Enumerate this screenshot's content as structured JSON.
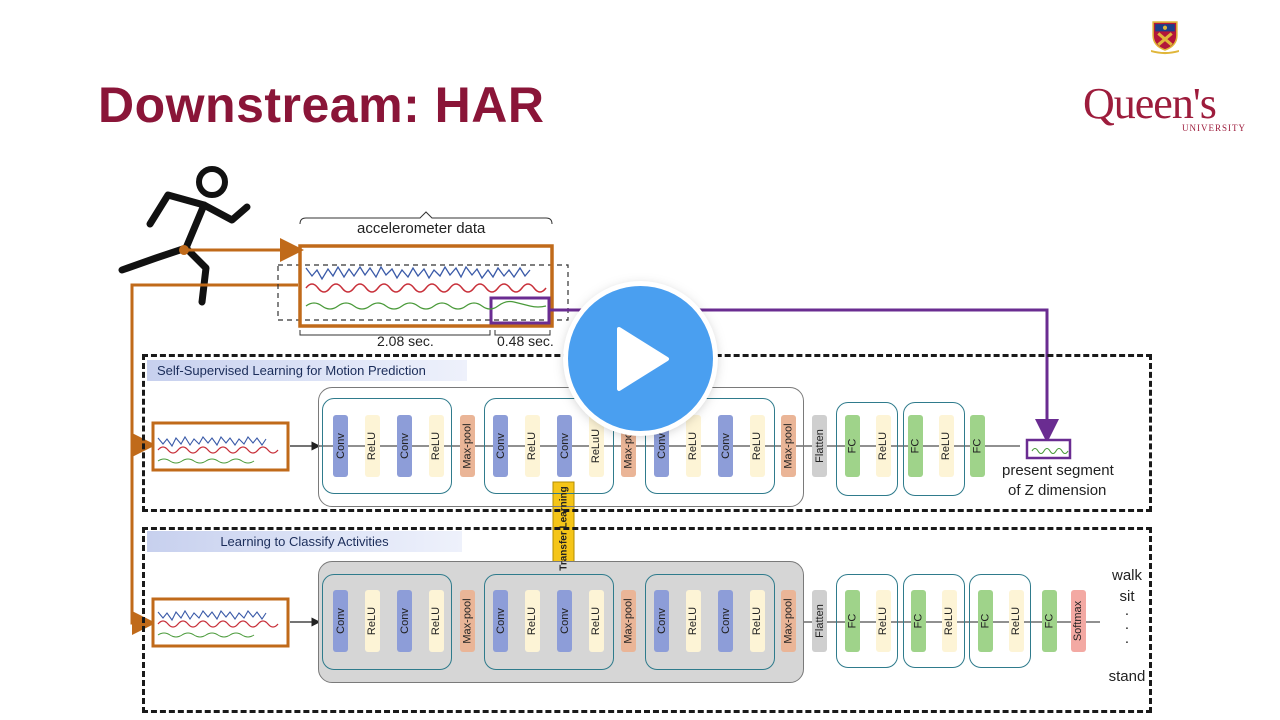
{
  "slide": {
    "title": "Downstream: HAR"
  },
  "logo": {
    "name": "Queen's",
    "sub": "UNIVERSITY"
  },
  "signal": {
    "label": "accelerometer data",
    "window_long": "2.08 sec.",
    "window_short": "0.48 sec."
  },
  "ssl": {
    "title": "Self-Supervised Learning for Motion Prediction",
    "layers": [
      "Conv",
      "ReLU",
      "Conv",
      "ReLU",
      "Max-pool",
      "Conv",
      "ReLU",
      "Conv",
      "ReLuU",
      "Max-pool",
      "Conv",
      "ReLU",
      "Conv",
      "ReLU",
      "Max-pool",
      "Flatten",
      "FC",
      "ReLU",
      "FC",
      "ReLU",
      "FC"
    ],
    "output_line1": "present segment",
    "output_line2": "of Z dimension"
  },
  "transfer": {
    "label": "Transfer Learning"
  },
  "cls": {
    "title": "Learning to Classify Activities",
    "layers": [
      "Conv",
      "ReLU",
      "Conv",
      "ReLU",
      "Max-pool",
      "Conv",
      "ReLU",
      "Conv",
      "ReLU",
      "Max-pool",
      "Conv",
      "ReLU",
      "Conv",
      "ReLU",
      "Max-pool",
      "Flatten",
      "FC",
      "ReLU",
      "FC",
      "ReLU",
      "FC",
      "ReLU",
      "FC",
      "Softmax"
    ],
    "classes": [
      "walk",
      "sit",
      "stand"
    ]
  },
  "colors": {
    "title": "#8a1538",
    "orange": "#c06a1a",
    "purple": "#6a2c91",
    "conv": "#8d9dd8",
    "relu": "#fdf4d6",
    "pool": "#eab597",
    "fc": "#9fd38a",
    "softmax": "#f3a9a3",
    "play": "#4a9ff0"
  }
}
